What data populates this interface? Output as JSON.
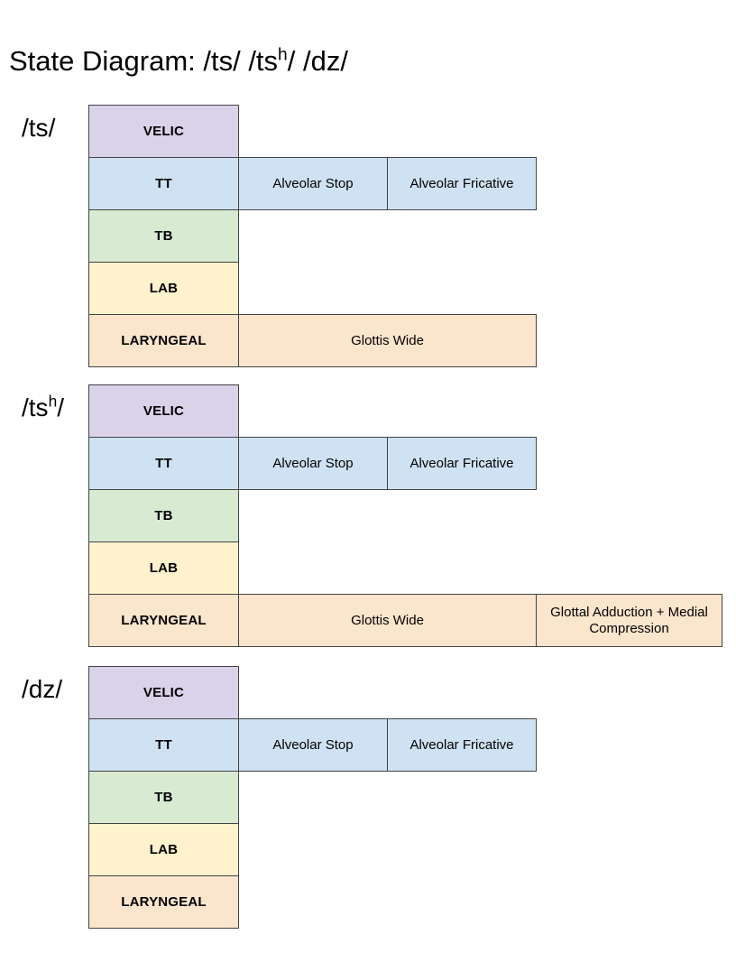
{
  "title": {
    "full": "State Diagram: /ts/ /tsʰ/ /dz/",
    "pre": "State Diagram: /ts/ /ts",
    "sup": "h",
    "post": "/ /dz/"
  },
  "colors": {
    "velic": "#d9d2e9",
    "tt": "#cfe2f3",
    "tb": "#d9ead3",
    "lab": "#fff2cc",
    "laryngeal": "#fce5cd",
    "border": "#434343",
    "background": "#ffffff",
    "text": "#000000"
  },
  "tier_labels": [
    "VELIC",
    "TT",
    "TB",
    "LAB",
    "LARYNGEAL"
  ],
  "groups": [
    {
      "label": {
        "full": "/ts/",
        "pre": "/ts",
        "sup": "",
        "post": "/"
      },
      "tt_states": [
        "Alveolar Stop",
        "Alveolar Fricative"
      ],
      "laryngeal_states": [
        "Glottis Wide"
      ]
    },
    {
      "label": {
        "full": "/tsʰ/",
        "pre": "/ts",
        "sup": "h",
        "post": "/"
      },
      "tt_states": [
        "Alveolar Stop",
        "Alveolar Fricative"
      ],
      "laryngeal_states": [
        "Glottis Wide",
        "Glottal Adduction + Medial Compression"
      ]
    },
    {
      "label": {
        "full": "/dz/",
        "pre": "/dz",
        "sup": "",
        "post": "/"
      },
      "tt_states": [
        "Alveolar Stop",
        "Alveolar Fricative"
      ],
      "laryngeal_states": []
    }
  ]
}
